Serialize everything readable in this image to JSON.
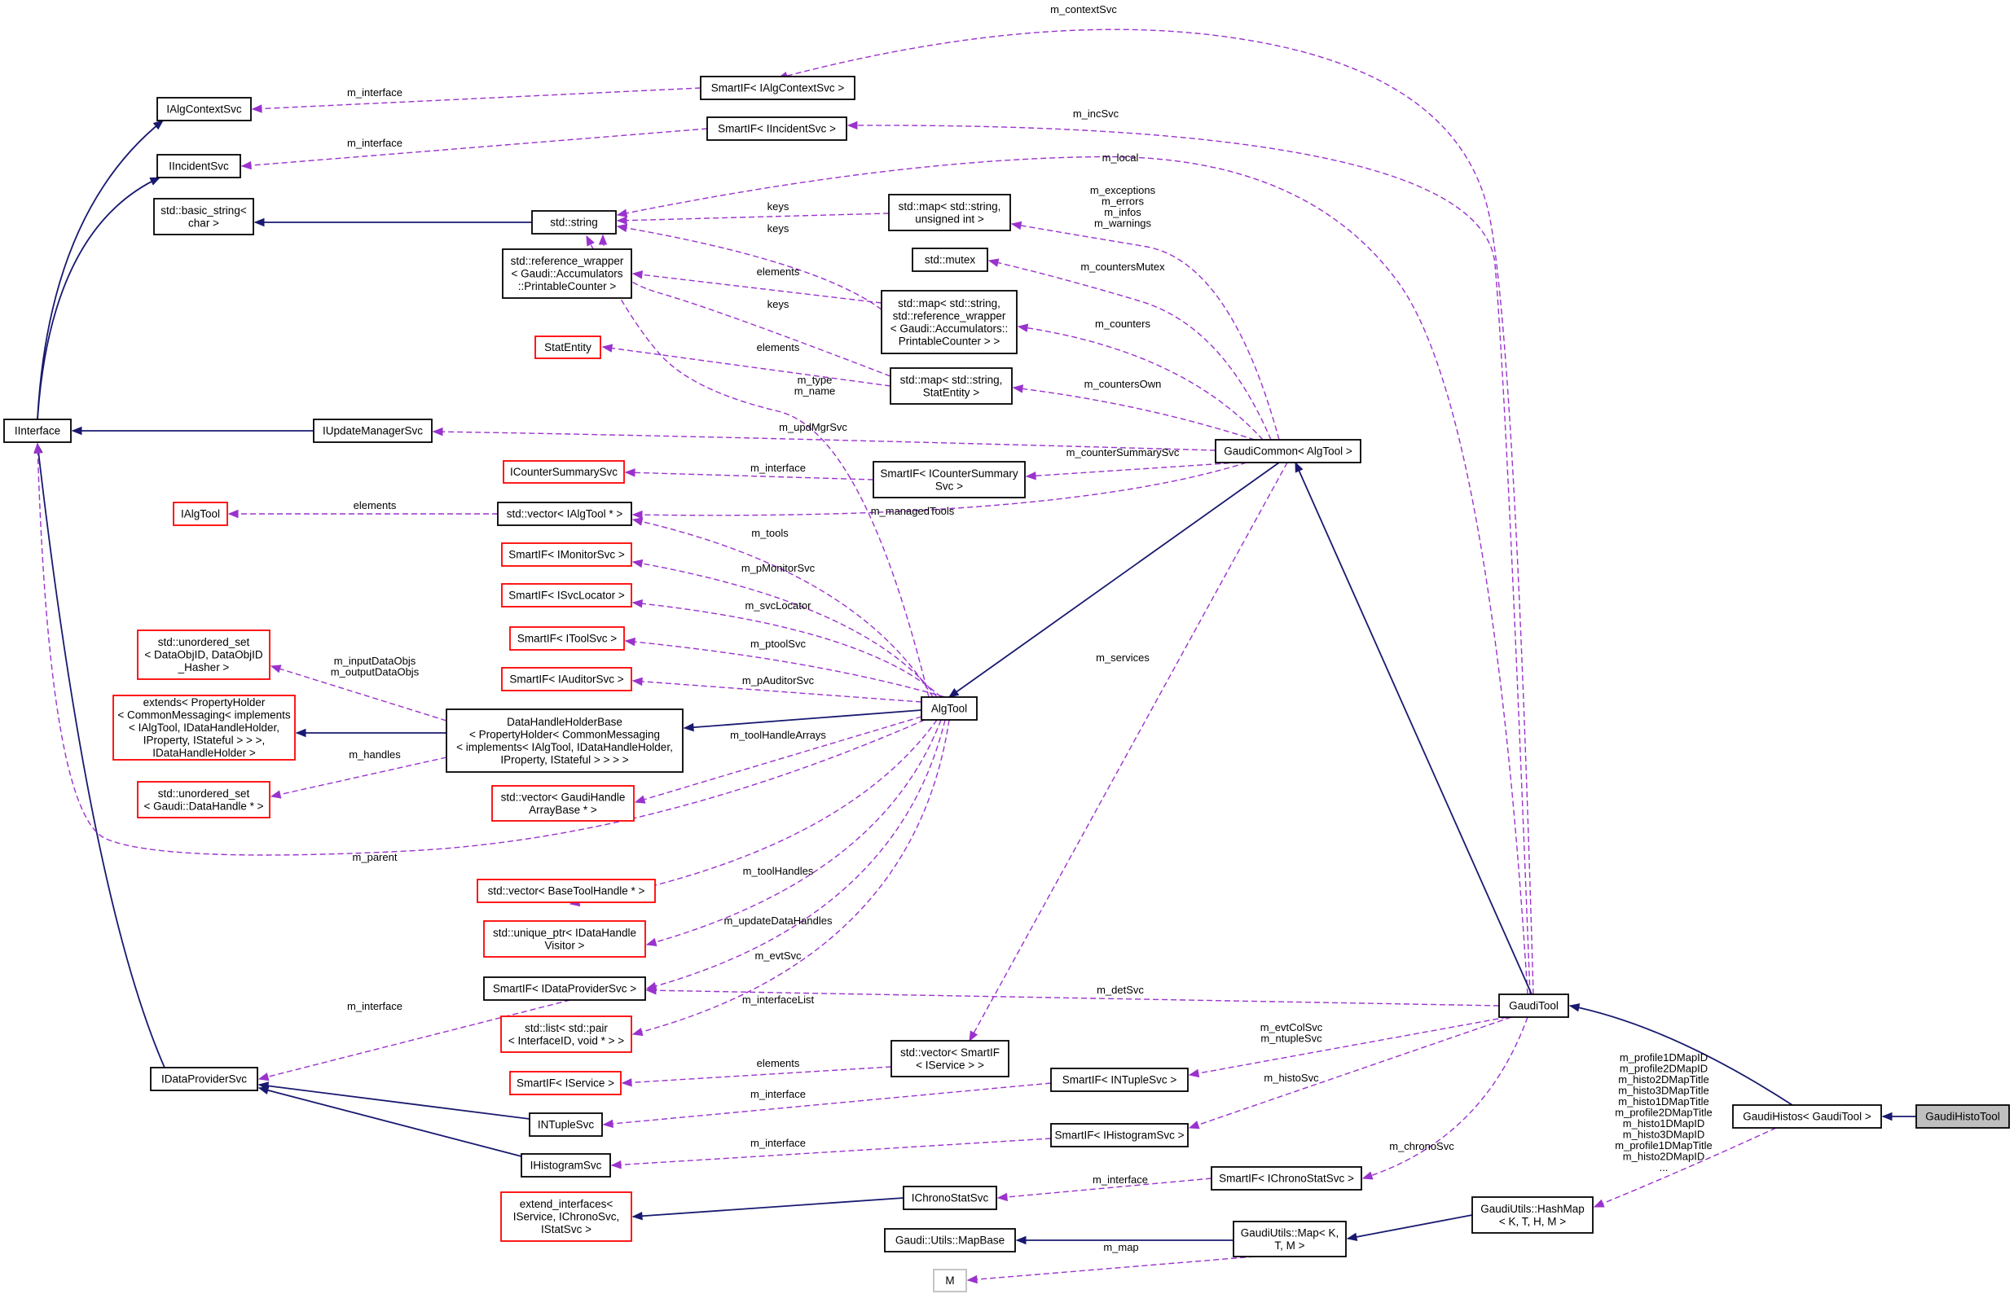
{
  "nodes": [
    {
      "id": "IAlgContextSvc",
      "lines": [
        "IAlgContextSvc"
      ],
      "kind": "normal"
    },
    {
      "id": "IIncidentSvc",
      "lines": [
        "IIncidentSvc"
      ],
      "kind": "normal"
    },
    {
      "id": "basic_string",
      "lines": [
        "std::basic_string<",
        "char >"
      ],
      "kind": "normal"
    },
    {
      "id": "IInterface",
      "lines": [
        "IInterface"
      ],
      "kind": "normal"
    },
    {
      "id": "SmartIF_AlgContext",
      "lines": [
        "SmartIF< IAlgContextSvc >"
      ],
      "kind": "normal"
    },
    {
      "id": "SmartIF_Incident",
      "lines": [
        "SmartIF< IIncidentSvc >"
      ],
      "kind": "normal"
    },
    {
      "id": "string",
      "lines": [
        "std::string"
      ],
      "kind": "normal"
    },
    {
      "id": "map_uint",
      "lines": [
        "std::map< std::string,",
        "unsigned int >"
      ],
      "kind": "normal"
    },
    {
      "id": "mutex",
      "lines": [
        "std::mutex"
      ],
      "kind": "normal"
    },
    {
      "id": "refwrap",
      "lines": [
        "std::reference_wrapper",
        "< Gaudi::Accumulators",
        "::PrintableCounter >"
      ],
      "kind": "normal"
    },
    {
      "id": "map_refwrap",
      "lines": [
        "std::map< std::string,",
        "std::reference_wrapper",
        "< Gaudi::Accumulators::",
        "PrintableCounter > >"
      ],
      "kind": "normal"
    },
    {
      "id": "StatEntity",
      "lines": [
        "StatEntity"
      ],
      "kind": "missing"
    },
    {
      "id": "map_stat",
      "lines": [
        "std::map< std::string,",
        "StatEntity >"
      ],
      "kind": "normal"
    },
    {
      "id": "IUpdateManagerSvc",
      "lines": [
        "IUpdateManagerSvc"
      ],
      "kind": "normal"
    },
    {
      "id": "GaudiCommon",
      "lines": [
        "GaudiCommon< AlgTool >"
      ],
      "kind": "normal"
    },
    {
      "id": "ICounterSummarySvc",
      "lines": [
        "ICounterSummarySvc"
      ],
      "kind": "missing"
    },
    {
      "id": "SmartIF_CounterSummary",
      "lines": [
        "SmartIF< ICounterSummary",
        "Svc >"
      ],
      "kind": "normal"
    },
    {
      "id": "IAlgTool",
      "lines": [
        "IAlgTool"
      ],
      "kind": "missing"
    },
    {
      "id": "vec_IAlgTool",
      "lines": [
        "std::vector< IAlgTool * >"
      ],
      "kind": "normal"
    },
    {
      "id": "SmartIF_Monitor",
      "lines": [
        "SmartIF< IMonitorSvc >"
      ],
      "kind": "missing"
    },
    {
      "id": "SmartIF_SvcLocator",
      "lines": [
        "SmartIF< ISvcLocator >"
      ],
      "kind": "missing"
    },
    {
      "id": "SmartIF_ToolSvc",
      "lines": [
        "SmartIF< IToolSvc >"
      ],
      "kind": "missing"
    },
    {
      "id": "SmartIF_Auditor",
      "lines": [
        "SmartIF< IAuditorSvc >"
      ],
      "kind": "missing"
    },
    {
      "id": "uset_DataObjID",
      "lines": [
        "std::unordered_set",
        "< DataObjID, DataObjID",
        "_Hasher >"
      ],
      "kind": "missing"
    },
    {
      "id": "extends_PH",
      "lines": [
        "extends< PropertyHolder",
        "< CommonMessaging< implements",
        "< IAlgTool, IDataHandleHolder,",
        "IProperty, IStateful > > >,",
        "IDataHandleHolder >"
      ],
      "kind": "missing"
    },
    {
      "id": "DHHB",
      "lines": [
        "DataHandleHolderBase",
        "< PropertyHolder< CommonMessaging",
        "< implements< IAlgTool, IDataHandleHolder,",
        "IProperty, IStateful > > > >"
      ],
      "kind": "normal"
    },
    {
      "id": "AlgTool",
      "lines": [
        "AlgTool"
      ],
      "kind": "normal"
    },
    {
      "id": "uset_DataHandle",
      "lines": [
        "std::unordered_set",
        "< Gaudi::DataHandle * >"
      ],
      "kind": "missing"
    },
    {
      "id": "vec_GHAB",
      "lines": [
        "std::vector< GaudiHandle",
        "ArrayBase * >"
      ],
      "kind": "missing"
    },
    {
      "id": "vec_BTH",
      "lines": [
        "std::vector< BaseToolHandle * >"
      ],
      "kind": "missing"
    },
    {
      "id": "uptr_DHV",
      "lines": [
        "std::unique_ptr< IDataHandle",
        "Visitor >"
      ],
      "kind": "missing"
    },
    {
      "id": "SmartIF_DataProvider",
      "lines": [
        "SmartIF< IDataProviderSvc >"
      ],
      "kind": "normal"
    },
    {
      "id": "GaudiTool",
      "lines": [
        "GaudiTool"
      ],
      "kind": "normal"
    },
    {
      "id": "list_pair",
      "lines": [
        "std::list< std::pair",
        "< InterfaceID, void * > >"
      ],
      "kind": "missing"
    },
    {
      "id": "vec_SmartIF_IService",
      "lines": [
        "std::vector< SmartIF",
        "< IService > >"
      ],
      "kind": "normal"
    },
    {
      "id": "IDataProviderSvc",
      "lines": [
        "IDataProviderSvc"
      ],
      "kind": "normal"
    },
    {
      "id": "SmartIF_IService",
      "lines": [
        "SmartIF< IService >"
      ],
      "kind": "missing"
    },
    {
      "id": "SmartIF_NTuple",
      "lines": [
        "SmartIF< INTupleSvc >"
      ],
      "kind": "normal"
    },
    {
      "id": "GaudiHistos",
      "lines": [
        "GaudiHistos< GaudiTool >"
      ],
      "kind": "normal"
    },
    {
      "id": "GaudiHistoTool",
      "lines": [
        "GaudiHistoTool"
      ],
      "kind": "focus"
    },
    {
      "id": "INTupleSvc",
      "lines": [
        "INTupleSvc"
      ],
      "kind": "normal"
    },
    {
      "id": "SmartIF_Histogram",
      "lines": [
        "SmartIF< IHistogramSvc >"
      ],
      "kind": "normal"
    },
    {
      "id": "IHistogramSvc",
      "lines": [
        "IHistogramSvc"
      ],
      "kind": "normal"
    },
    {
      "id": "SmartIF_ChronoStat",
      "lines": [
        "SmartIF< IChronoStatSvc >"
      ],
      "kind": "normal"
    },
    {
      "id": "extend_interfaces",
      "lines": [
        "extend_interfaces<",
        "IService, IChronoSvc,",
        "IStatSvc >"
      ],
      "kind": "missing"
    },
    {
      "id": "IChronoStatSvc",
      "lines": [
        "IChronoStatSvc"
      ],
      "kind": "normal"
    },
    {
      "id": "HashMap",
      "lines": [
        "GaudiUtils::HashMap",
        "< K, T, H, M >"
      ],
      "kind": "normal"
    },
    {
      "id": "MapBase",
      "lines": [
        "Gaudi::Utils::MapBase"
      ],
      "kind": "normal"
    },
    {
      "id": "UtilsMap",
      "lines": [
        "GaudiUtils::Map< K,",
        "T, M >"
      ],
      "kind": "normal"
    },
    {
      "id": "M",
      "lines": [
        "M"
      ],
      "kind": "ghost"
    }
  ],
  "edges": [
    {
      "from": "IInterface",
      "to": "IAlgContextSvc",
      "kind": "inherit",
      "label": []
    },
    {
      "from": "IInterface",
      "to": "IIncidentSvc",
      "kind": "inherit",
      "label": []
    },
    {
      "from": "string",
      "to": "basic_string",
      "kind": "inherit",
      "label": []
    },
    {
      "from": "IUpdateManagerSvc",
      "to": "IInterface",
      "kind": "inherit",
      "label": []
    },
    {
      "from": "IDataProviderSvc",
      "to": "IInterface",
      "kind": "inherit",
      "label": []
    },
    {
      "from": "SmartIF_AlgContext",
      "to": "IAlgContextSvc",
      "kind": "usage",
      "label": [
        "m_interface"
      ]
    },
    {
      "from": "SmartIF_Incident",
      "to": "IIncidentSvc",
      "kind": "usage",
      "label": [
        "m_interface"
      ]
    },
    {
      "from": "GaudiTool",
      "to": "SmartIF_AlgContext",
      "kind": "usage",
      "label": [
        "m_contextSvc"
      ]
    },
    {
      "from": "GaudiTool",
      "to": "SmartIF_Incident",
      "kind": "usage",
      "label": [
        "m_incSvc"
      ]
    },
    {
      "from": "GaudiTool",
      "to": "string",
      "kind": "usage",
      "label": [
        "m_local"
      ]
    },
    {
      "from": "map_uint",
      "to": "string",
      "kind": "usage",
      "label": [
        "keys"
      ]
    },
    {
      "from": "map_refwrap",
      "to": "string",
      "kind": "usage",
      "label": [
        "keys"
      ]
    },
    {
      "from": "map_stat",
      "to": "string",
      "kind": "usage",
      "label": [
        "keys"
      ]
    },
    {
      "from": "AlgTool",
      "to": "string",
      "kind": "usage",
      "label": [
        "m_type",
        "m_name"
      ]
    },
    {
      "from": "GaudiCommon",
      "to": "map_uint",
      "kind": "usage",
      "label": [
        "m_exceptions",
        "m_errors",
        "m_infos",
        "m_warnings"
      ]
    },
    {
      "from": "GaudiCommon",
      "to": "mutex",
      "kind": "usage",
      "label": [
        "m_countersMutex"
      ]
    },
    {
      "from": "map_refwrap",
      "to": "refwrap",
      "kind": "usage",
      "label": [
        "elements"
      ]
    },
    {
      "from": "GaudiCommon",
      "to": "map_refwrap",
      "kind": "usage",
      "label": [
        "m_counters"
      ]
    },
    {
      "from": "map_stat",
      "to": "StatEntity",
      "kind": "usage",
      "label": [
        "elements"
      ]
    },
    {
      "from": "GaudiCommon",
      "to": "map_stat",
      "kind": "usage",
      "label": [
        "m_countersOwn"
      ]
    },
    {
      "from": "GaudiCommon",
      "to": "IUpdateManagerSvc",
      "kind": "usage",
      "label": [
        "m_updMgrSvc"
      ]
    },
    {
      "from": "SmartIF_CounterSummary",
      "to": "ICounterSummarySvc",
      "kind": "usage",
      "label": [
        "m_interface"
      ]
    },
    {
      "from": "GaudiCommon",
      "to": "SmartIF_CounterSummary",
      "kind": "usage",
      "label": [
        "m_counterSummarySvc"
      ]
    },
    {
      "from": "vec_IAlgTool",
      "to": "IAlgTool",
      "kind": "usage",
      "label": [
        "elements"
      ]
    },
    {
      "from": "GaudiCommon",
      "to": "vec_IAlgTool",
      "kind": "usage",
      "label": [
        "m_managedTools"
      ]
    },
    {
      "from": "AlgTool",
      "to": "vec_IAlgTool",
      "kind": "usage",
      "label": [
        "m_tools"
      ]
    },
    {
      "from": "AlgTool",
      "to": "SmartIF_Monitor",
      "kind": "usage",
      "label": [
        "m_pMonitorSvc"
      ]
    },
    {
      "from": "AlgTool",
      "to": "SmartIF_SvcLocator",
      "kind": "usage",
      "label": [
        "m_svcLocator"
      ]
    },
    {
      "from": "AlgTool",
      "to": "SmartIF_ToolSvc",
      "kind": "usage",
      "label": [
        "m_ptoolSvc"
      ]
    },
    {
      "from": "AlgTool",
      "to": "SmartIF_Auditor",
      "kind": "usage",
      "label": [
        "m_pAuditorSvc"
      ]
    },
    {
      "from": "DHHB",
      "to": "uset_DataObjID",
      "kind": "usage",
      "label": [
        "m_inputDataObjs",
        "m_outputDataObjs"
      ]
    },
    {
      "from": "DHHB",
      "to": "extends_PH",
      "kind": "inherit",
      "label": []
    },
    {
      "from": "AlgTool",
      "to": "DHHB",
      "kind": "inherit",
      "label": []
    },
    {
      "from": "DHHB",
      "to": "uset_DataHandle",
      "kind": "usage",
      "label": [
        "m_handles"
      ]
    },
    {
      "from": "AlgTool",
      "to": "vec_GHAB",
      "kind": "usage",
      "label": [
        "m_toolHandleArrays"
      ]
    },
    {
      "from": "AlgTool",
      "to": "IInterface",
      "kind": "usage",
      "label": [
        "m_parent"
      ]
    },
    {
      "from": "AlgTool",
      "to": "vec_BTH",
      "kind": "usage",
      "label": [
        "m_toolHandles"
      ]
    },
    {
      "from": "AlgTool",
      "to": "uptr_DHV",
      "kind": "usage",
      "label": [
        "m_updateDataHandles"
      ]
    },
    {
      "from": "AlgTool",
      "to": "SmartIF_DataProvider",
      "kind": "usage",
      "label": [
        "m_evtSvc"
      ]
    },
    {
      "from": "GaudiTool",
      "to": "SmartIF_DataProvider",
      "kind": "usage",
      "label": [
        "m_detSvc"
      ]
    },
    {
      "from": "AlgTool",
      "to": "list_pair",
      "kind": "usage",
      "label": [
        "m_interfaceList"
      ]
    },
    {
      "from": "GaudiCommon",
      "to": "AlgTool",
      "kind": "inherit",
      "label": []
    },
    {
      "from": "GaudiCommon",
      "to": "vec_SmartIF_IService",
      "kind": "usage",
      "label": [
        "m_services"
      ]
    },
    {
      "from": "GaudiTool",
      "to": "GaudiCommon",
      "kind": "inherit",
      "label": []
    },
    {
      "from": "SmartIF_DataProvider",
      "to": "IDataProviderSvc",
      "kind": "usage",
      "label": [
        "m_interface"
      ]
    },
    {
      "from": "vec_SmartIF_IService",
      "to": "SmartIF_IService",
      "kind": "usage",
      "label": [
        "elements"
      ]
    },
    {
      "from": "GaudiTool",
      "to": "SmartIF_NTuple",
      "kind": "usage",
      "label": [
        "m_evtColSvc",
        "m_ntupleSvc"
      ]
    },
    {
      "from": "GaudiHistos",
      "to": "GaudiTool",
      "kind": "inherit",
      "label": []
    },
    {
      "from": "GaudiHistoTool",
      "to": "GaudiHistos",
      "kind": "inherit",
      "label": []
    },
    {
      "from": "SmartIF_NTuple",
      "to": "INTupleSvc",
      "kind": "usage",
      "label": [
        "m_interface"
      ]
    },
    {
      "from": "INTupleSvc",
      "to": "IDataProviderSvc",
      "kind": "inherit",
      "label": []
    },
    {
      "from": "GaudiTool",
      "to": "SmartIF_Histogram",
      "kind": "usage",
      "label": [
        "m_histoSvc"
      ]
    },
    {
      "from": "SmartIF_Histogram",
      "to": "IHistogramSvc",
      "kind": "usage",
      "label": [
        "m_interface"
      ]
    },
    {
      "from": "IHistogramSvc",
      "to": "IDataProviderSvc",
      "kind": "inherit",
      "label": []
    },
    {
      "from": "GaudiTool",
      "to": "SmartIF_ChronoStat",
      "kind": "usage",
      "label": [
        "m_chronoSvc"
      ]
    },
    {
      "from": "SmartIF_ChronoStat",
      "to": "IChronoStatSvc",
      "kind": "usage",
      "label": [
        "m_interface"
      ]
    },
    {
      "from": "IChronoStatSvc",
      "to": "extend_interfaces",
      "kind": "inherit",
      "label": []
    },
    {
      "from": "GaudiHistos",
      "to": "HashMap",
      "kind": "usage",
      "label": [
        "m_profile1DMapID",
        "m_profile2DMapID",
        "m_histo2DMapTitle",
        "m_histo3DMapTitle",
        "m_histo1DMapTitle",
        "m_profile2DMapTitle",
        "m_histo1DMapID",
        "m_histo3DMapID",
        "m_profile1DMapTitle",
        "m_histo2DMapID",
        "..."
      ]
    },
    {
      "from": "HashMap",
      "to": "UtilsMap",
      "kind": "inherit",
      "label": []
    },
    {
      "from": "UtilsMap",
      "to": "MapBase",
      "kind": "inherit",
      "label": []
    },
    {
      "from": "UtilsMap",
      "to": "M",
      "kind": "usage",
      "label": [
        "m_map"
      ]
    }
  ]
}
